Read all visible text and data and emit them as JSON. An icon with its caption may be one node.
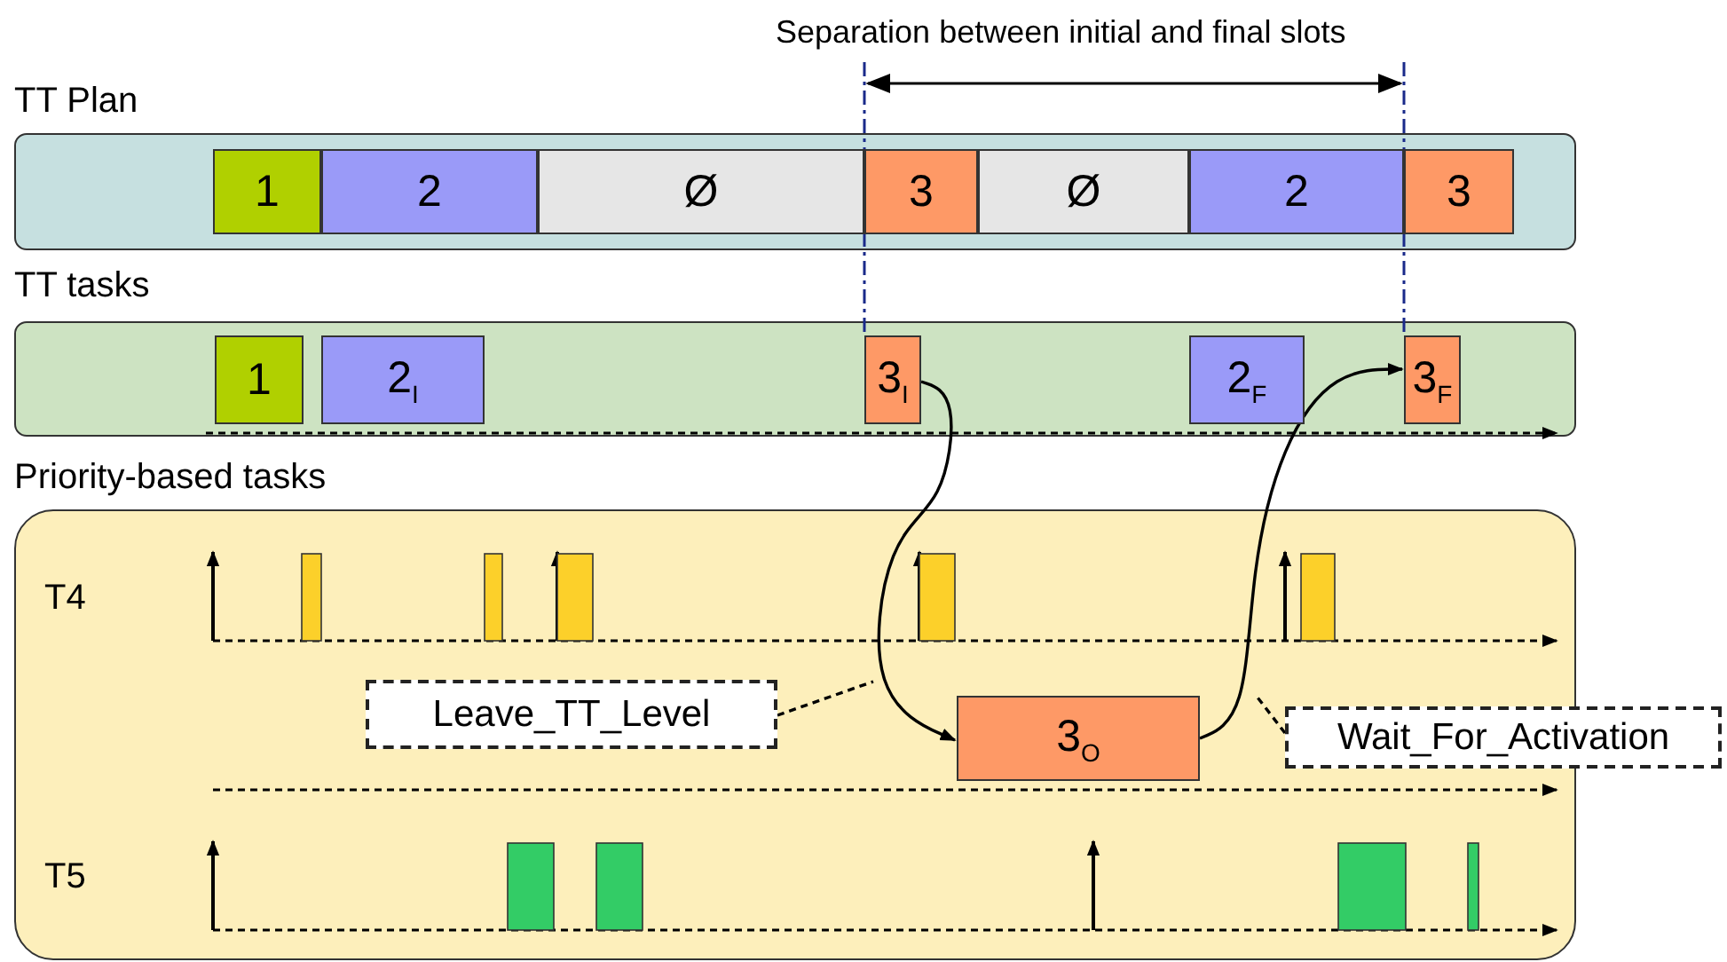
{
  "diagram": {
    "nodes": [
      {
        "text": [
          "TT Plan"
        ]
      },
      {
        "text": [
          "1"
        ],
        "in": 0
      },
      {
        "text": [
          "2"
        ],
        "in": 0
      },
      {
        "text": [
          "Ø"
        ],
        "in": 0
      },
      {
        "text": [
          "3"
        ],
        "in": 0
      },
      {
        "text": [
          "Ø"
        ],
        "in": 0
      },
      {
        "text": [
          "2"
        ],
        "in": 0
      },
      {
        "text": [
          "3"
        ],
        "in": 0
      },
      {
        "text": [
          "TT tasks"
        ]
      },
      {
        "text": [
          "1"
        ],
        "in": 8
      },
      {
        "text": [
          "2$_{I}$"
        ],
        "in": 8
      },
      {
        "text": [
          "3$_{I}$"
        ],
        "in": 8
      },
      {
        "text": [
          "2$_{F}$"
        ],
        "in": 8
      },
      {
        "text": [
          "3$_{F}$"
        ],
        "in": 8
      },
      {
        "text": [
          "Priority-based tasks"
        ]
      },
      {
        "text": [
          "3$_{O}$"
        ],
        "in": 14
      },
      {
        "text": [
          "Leave_TT_Level"
        ],
        "in": 14
      },
      {
        "text": [
          "Wait_For_Activation"
        ]
      }
    ],
    "edges": [
      {
        "from": 11,
        "to": 15,
        "arrow": "to"
      },
      {
        "from": 15,
        "to": 13,
        "arrow": "to"
      },
      {
        "from": 16,
        "to": null,
        "arrow": "none",
        "style": "dashed"
      },
      {
        "from": 17,
        "to": null,
        "arrow": "none",
        "style": "dashed"
      }
    ],
    "labels": [
      "Separation between initial and final slots",
      "T4",
      "T5"
    ]
  }
}
